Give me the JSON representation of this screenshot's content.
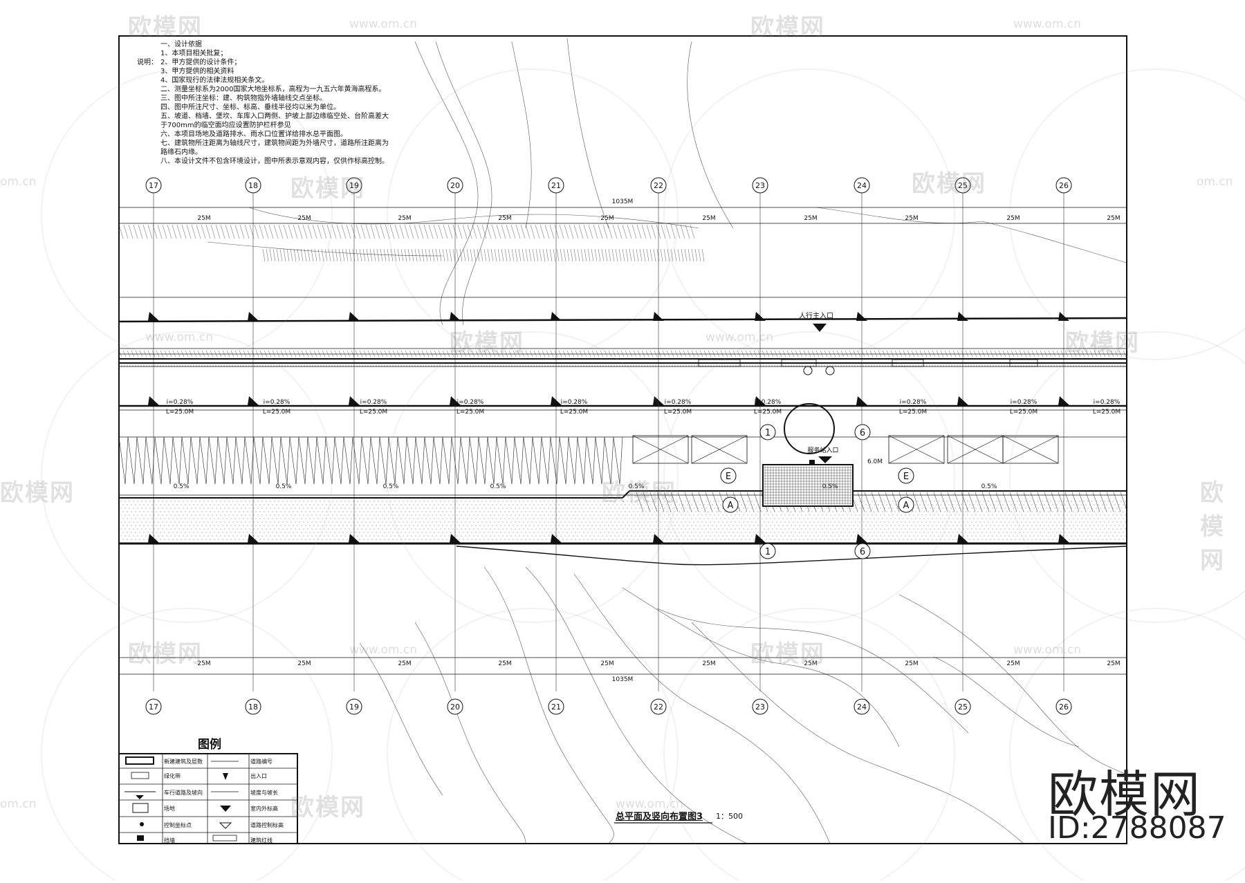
{
  "notes": {
    "heading": "说明：",
    "lines": [
      "一、设计依据",
      "1、本项目相关批复；",
      "2、甲方提供的设计条件；",
      "3、甲方提供的相关资料",
      "4、国家现行的法律法规相关条文。",
      "二、测量坐标系为2000国家大地坐标系，高程为一九五六年黄海高程系。",
      "三、图中所注坐标：建、构筑物指外墙轴线交点坐标。",
      "四、图中所注尺寸、坐标、标高、垂线半径均以米为单位。",
      "五、坡道、档墙、堡坎、车库入口两侧、护坡上部边缘临空处、台阶高差大",
      "于700mm的临空面均应设置防护栏杆参见",
      "六、本项目场地及道路排水、雨水口位置详给排水总平面图。",
      "七、建筑物所注距离为轴线尺寸，建筑物间距为外墙尺寸，道路所注距离为",
      "路缘石内缘。",
      "八、本设计文件不包含环境设计，图中所表示意观内容，仅供作标高控制。"
    ]
  },
  "grid_axes": [
    "17",
    "18",
    "19",
    "20",
    "21",
    "22",
    "23",
    "24",
    "25",
    "26"
  ],
  "dimension_labels": {
    "bay": "25M",
    "total": "1035M"
  },
  "road_annotations": {
    "slope": "i=0.28%",
    "length": "L=25.0M",
    "cross_slope": "0.5%",
    "pedestrian_entrance": "人行主入口",
    "service_entrance": "服务站入口",
    "width": "6.0M"
  },
  "building_axes": [
    "1",
    "6",
    "E",
    "A"
  ],
  "legend": {
    "title": "图例",
    "rows": [
      [
        "新建建筑及层数",
        "道路编号"
      ],
      [
        "绿化带",
        "出入口"
      ],
      [
        "车行道路及坡向",
        "坡度与坡长"
      ],
      [
        "场地",
        "室内外标高"
      ],
      [
        "控制坐标点",
        "道路控制标高"
      ],
      [
        "挡墙",
        "建筑红线"
      ]
    ]
  },
  "title_block": {
    "title": "总平面及竖向布置图3",
    "scale": "1：500"
  },
  "watermark": {
    "brand": "欧模网",
    "url": "www.om.cn",
    "url_short": "om.cn",
    "id": "ID:2788087"
  }
}
